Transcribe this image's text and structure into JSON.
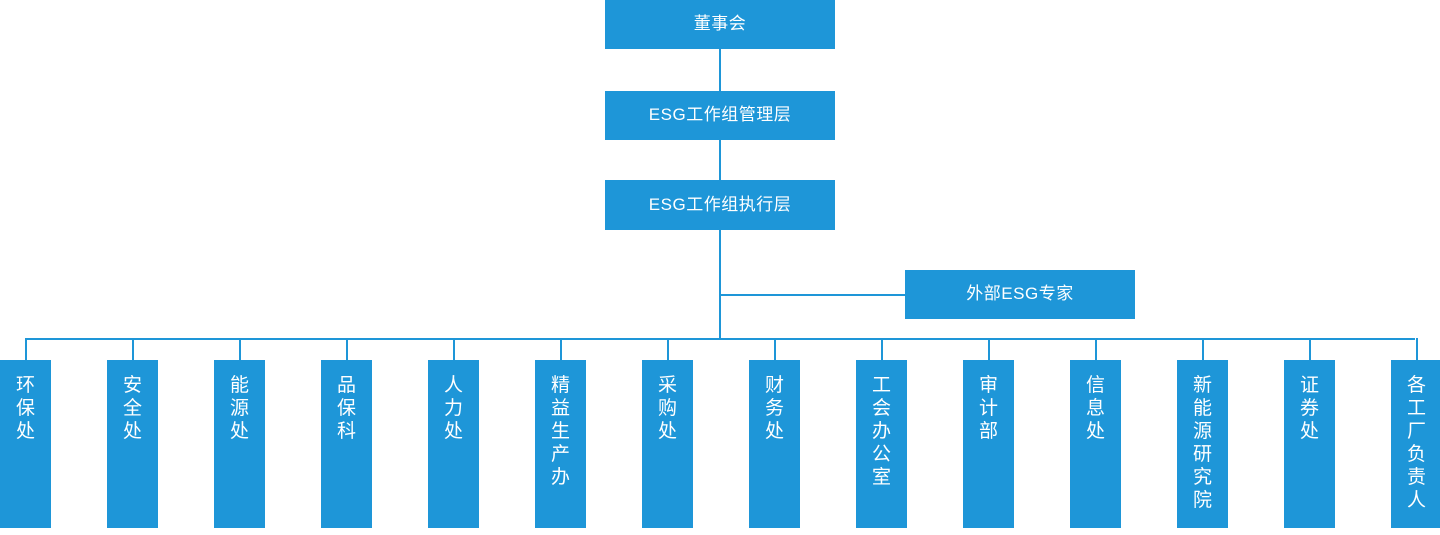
{
  "chart_data": {
    "type": "diagram",
    "diagram_kind": "organization-chart",
    "orientation": "top-down",
    "accent_color": "#1e96d8",
    "node_text_color": "#ffffff",
    "background_color": "#ffffff",
    "levels": [
      {
        "level": 1,
        "nodes": [
          "董事会"
        ]
      },
      {
        "level": 2,
        "nodes": [
          "ESG工作组管理层"
        ]
      },
      {
        "level": 3,
        "nodes": [
          "ESG工作组执行层"
        ]
      },
      {
        "level": 4,
        "nodes": [
          "外部ESG专家"
        ]
      },
      {
        "level": 5,
        "nodes": [
          "环保处",
          "安全处",
          "能源处",
          "品保科",
          "人力处",
          "精益生产办",
          "采购处",
          "财务处",
          "工会办公室",
          "审计部",
          "信息处",
          "新能源研究院",
          "证券处",
          "各工厂负责人"
        ]
      }
    ],
    "edges": [
      {
        "from": "董事会",
        "to": "ESG工作组管理层"
      },
      {
        "from": "ESG工作组管理层",
        "to": "ESG工作组执行层"
      },
      {
        "from": "ESG工作组执行层",
        "to": "外部ESG专家"
      },
      {
        "from": "ESG工作组执行层",
        "to": "环保处"
      },
      {
        "from": "ESG工作组执行层",
        "to": "安全处"
      },
      {
        "from": "ESG工作组执行层",
        "to": "能源处"
      },
      {
        "from": "ESG工作组执行层",
        "to": "品保科"
      },
      {
        "from": "ESG工作组执行层",
        "to": "人力处"
      },
      {
        "from": "ESG工作组执行层",
        "to": "精益生产办"
      },
      {
        "from": "ESG工作组执行层",
        "to": "采购处"
      },
      {
        "from": "ESG工作组执行层",
        "to": "财务处"
      },
      {
        "from": "ESG工作组执行层",
        "to": "工会办公室"
      },
      {
        "from": "ESG工作组执行层",
        "to": "审计部"
      },
      {
        "from": "ESG工作组执行层",
        "to": "信息处"
      },
      {
        "from": "ESG工作组执行层",
        "to": "新能源研究院"
      },
      {
        "from": "ESG工作组执行层",
        "to": "证券处"
      },
      {
        "from": "ESG工作组执行层",
        "to": "各工厂负责人"
      }
    ],
    "leaf_count": 14
  },
  "nodes": {
    "board": "董事会",
    "esg_management": "ESG工作组管理层",
    "esg_execution": "ESG工作组执行层",
    "external_expert": "外部ESG专家"
  },
  "departments": [
    {
      "label": "环保处"
    },
    {
      "label": "安全处"
    },
    {
      "label": "能源处"
    },
    {
      "label": "品保科"
    },
    {
      "label": "人力处"
    },
    {
      "label": "精益生产办"
    },
    {
      "label": "采购处"
    },
    {
      "label": "财务处"
    },
    {
      "label": "工会办公室"
    },
    {
      "label": "审计部"
    },
    {
      "label": "信息处"
    },
    {
      "label": "新能源研究院"
    },
    {
      "label": "证券处"
    },
    {
      "label": "各工厂负责人"
    }
  ]
}
